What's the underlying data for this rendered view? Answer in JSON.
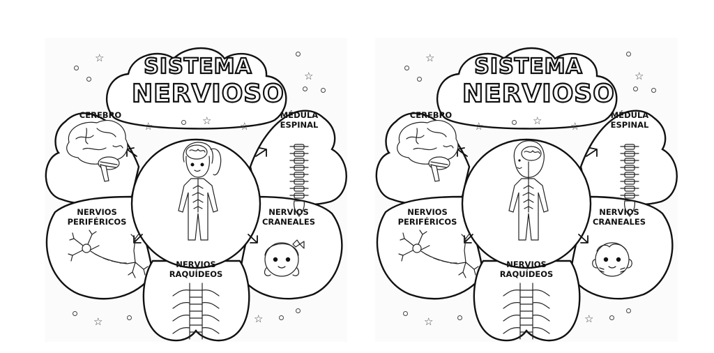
{
  "panels": [
    {
      "variant": "girl",
      "title_line1": "SISTEMA",
      "title_line2": "NERVIOSO",
      "labels": {
        "cerebro": "CEREBRO",
        "medula_1": "MÉDULA",
        "medula_2": "ESPINAL",
        "perifericos_1": "NERVIOS",
        "perifericos_2": "PERIFÉRICOS",
        "craneales_1": "NERVIOS",
        "craneales_2": "CRANEALES",
        "raquideos_1": "NERVIOS",
        "raquideos_2": "RAQUÍDEOS"
      },
      "center_figure": "girl-body-nervous-system",
      "craneales_face": "girl-face-with-bow"
    },
    {
      "variant": "boy",
      "title_line1": "SISTEMA",
      "title_line2": "NERVIOSO",
      "labels": {
        "cerebro": "CEREBRO",
        "medula_1": "MÉDULA",
        "medula_2": "ESPINAL",
        "perifericos_1": "NERVIOS",
        "perifericos_2": "PERIFÉRICOS",
        "craneales_1": "NERVIOS",
        "craneales_2": "CRANEALES",
        "raquideos_1": "NERVIOS",
        "raquideos_2": "RAQUÍDEOS"
      },
      "center_figure": "boy-body-nervous-system",
      "craneales_face": "boy-face"
    }
  ],
  "decorations": {
    "star_glyph": "☆",
    "style": "coloring-page-line-art",
    "line_color": "#111111",
    "background_color": "#fbfbfb"
  }
}
